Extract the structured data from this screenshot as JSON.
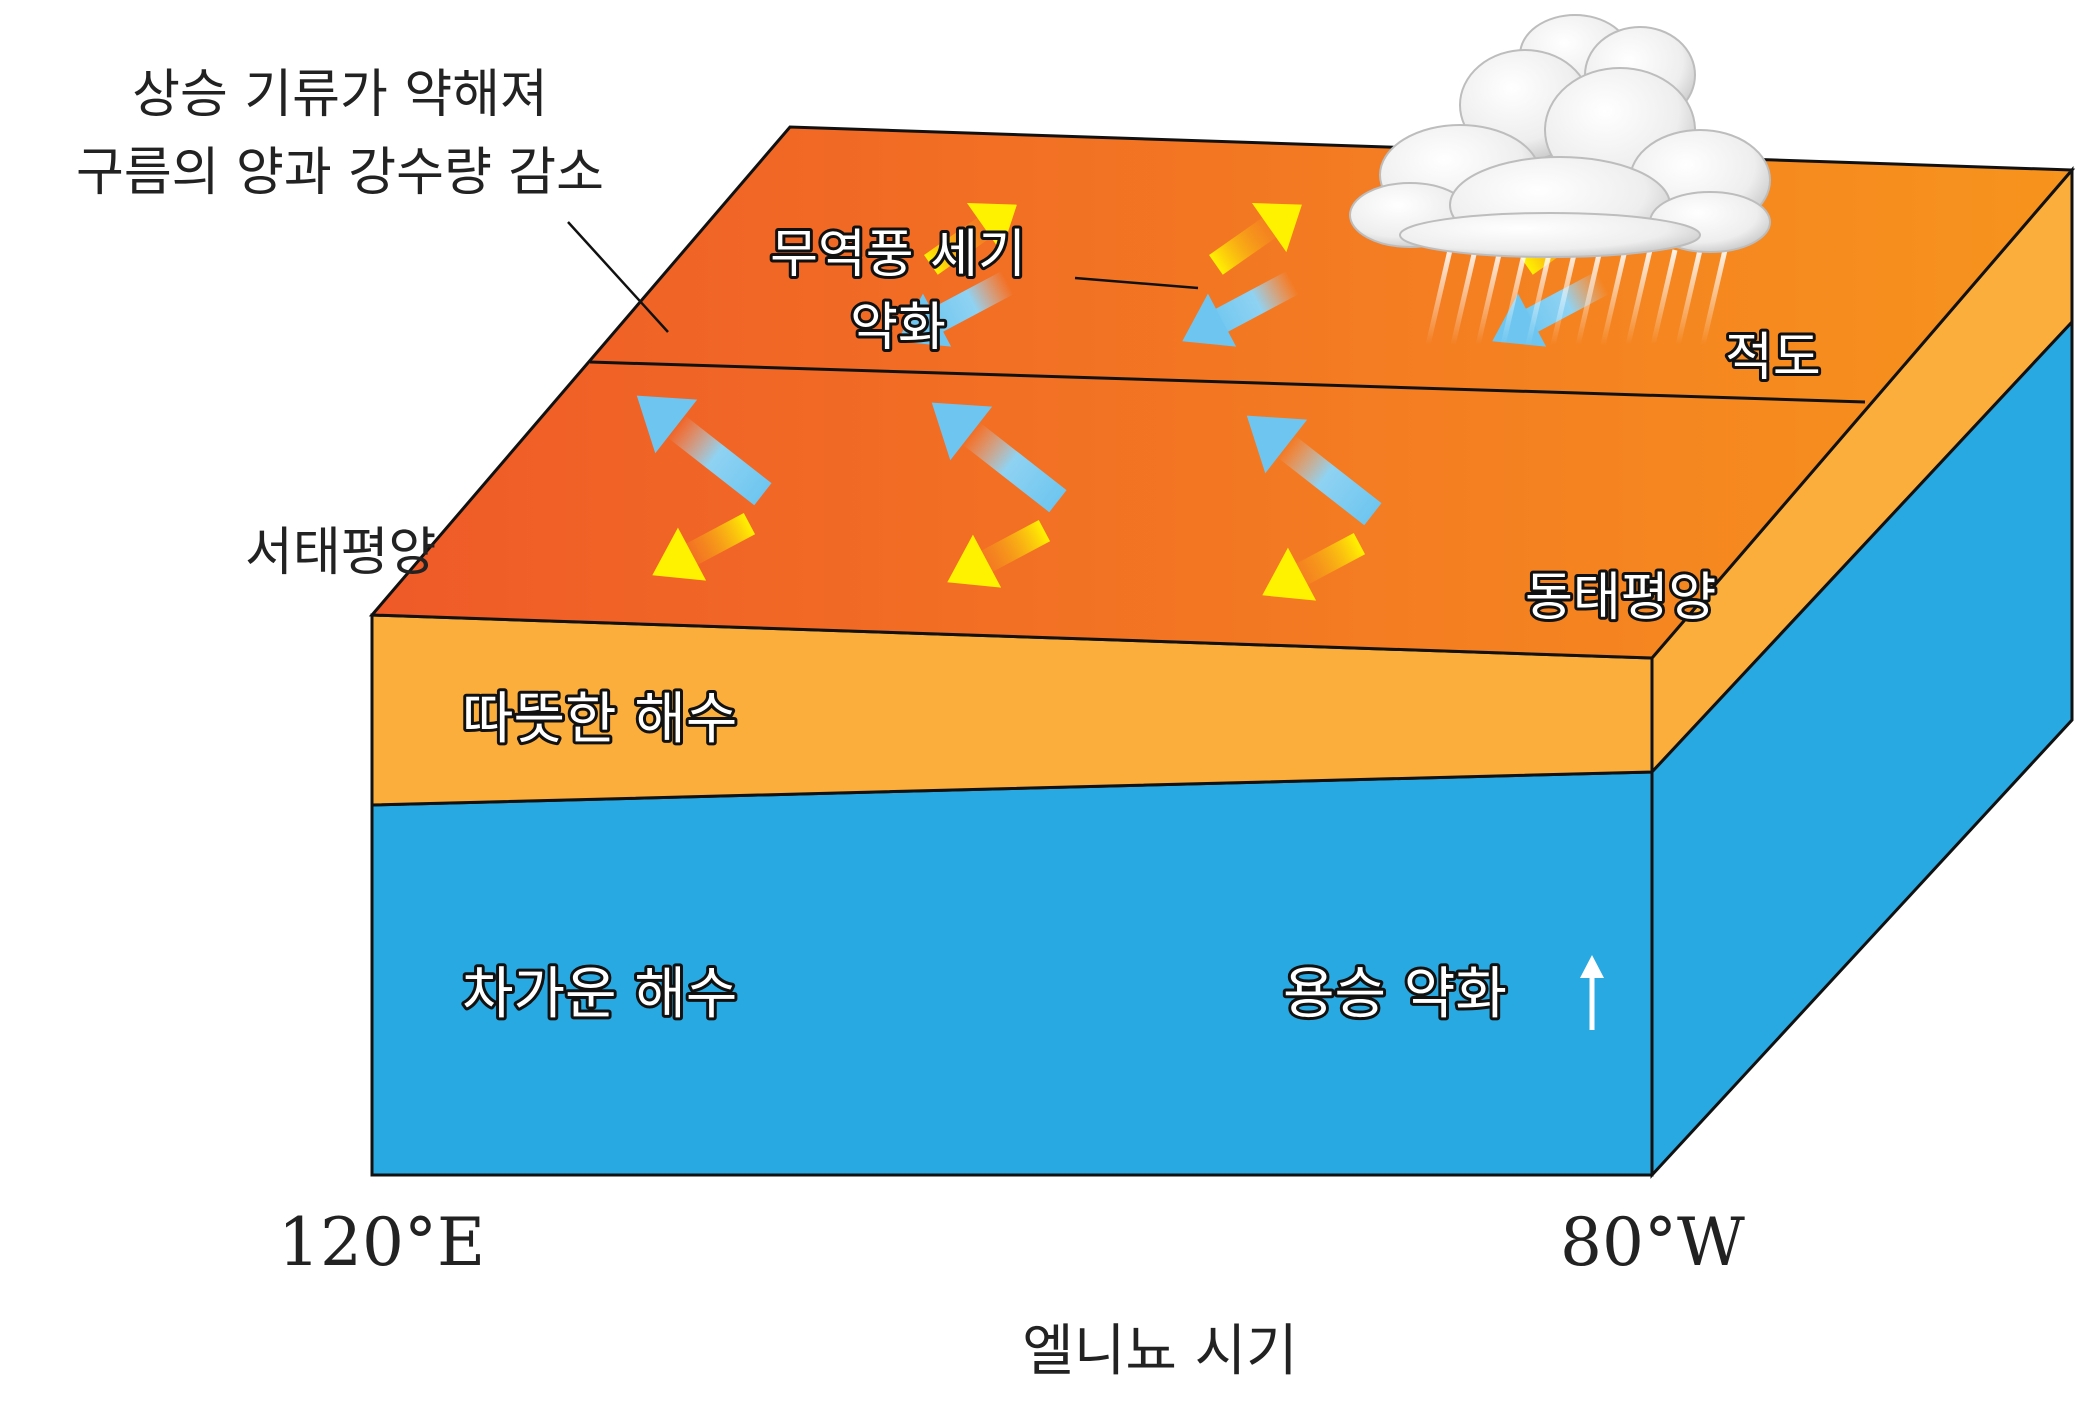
{
  "annotations": {
    "updraft_line1": "상승 기류가 약해져",
    "updraft_line2": "구름의 양과 강수량 감소",
    "trade_line1": "무역풍 세기",
    "trade_line2": "약화",
    "equator": "적도",
    "west_pacific": "서태평양",
    "east_pacific": "동태평양",
    "warm_water": "따뜻한 해수",
    "cold_water": "차가운 해수",
    "upwelling": "용승 약화",
    "lon_west": "120°E",
    "lon_east": "80°W",
    "caption": "엘니뇨 시기"
  },
  "colors": {
    "surface_west": "#ef5a28",
    "surface_east": "#f7941d",
    "warm_layer": "#fbae3c",
    "cold_layer": "#29a9e1",
    "cold_side": "#29a9e1",
    "wind_blue": "#6ec6f0",
    "wind_yellow": "#fff200",
    "outline": "#111111"
  }
}
